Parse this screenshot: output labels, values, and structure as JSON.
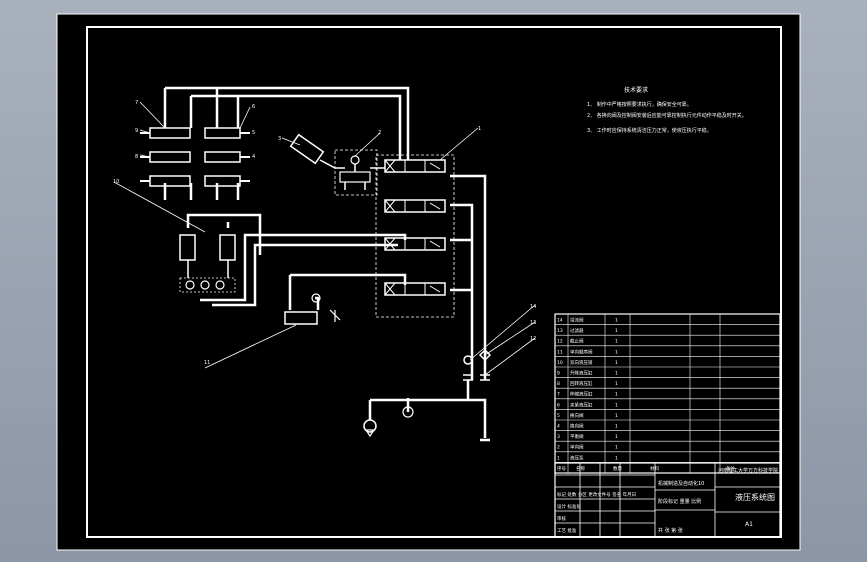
{
  "drawing": {
    "title": "液压系统图",
    "school": "河南理工大学万方科技学院",
    "sheet_size": "A1",
    "project_text": "机械制造及自动化10",
    "sub_text": "第 张 共 张",
    "tech_requirements": {
      "heading": "技术要求",
      "lines": [
        "1、 制作中严格按照要求执行，确保安全可靠。",
        "2、 各换向阀及控制阀安装后应能可靠控制执行元件动作平稳及时开关。",
        "3、 工作时应保持系统清洁压力正常，使液压执行平稳。"
      ]
    },
    "callouts": [
      "7",
      "9",
      "8",
      "6",
      "5",
      "4",
      "3",
      "2",
      "1",
      "10",
      "11",
      "14",
      "13",
      "12"
    ],
    "bom_rows": [
      {
        "no": "14",
        "name": "溢流阀",
        "qty": "1"
      },
      {
        "no": "13",
        "name": "过滤器",
        "qty": "1"
      },
      {
        "no": "12",
        "name": "截止阀",
        "qty": "1"
      },
      {
        "no": "11",
        "name": "单向顺序阀",
        "qty": "1"
      },
      {
        "no": "10",
        "name": "双向液压锁",
        "qty": "1"
      },
      {
        "no": "9",
        "name": "升降液压缸",
        "qty": "1"
      },
      {
        "no": "8",
        "name": "回转液压缸",
        "qty": "1"
      },
      {
        "no": "7",
        "name": "伸缩液压缸",
        "qty": "1"
      },
      {
        "no": "6",
        "name": "夹紧液压缸",
        "qty": "1"
      },
      {
        "no": "5",
        "name": "换向阀",
        "qty": "1"
      },
      {
        "no": "4",
        "name": "换向阀",
        "qty": "1"
      },
      {
        "no": "3",
        "name": "平衡阀",
        "qty": "1"
      },
      {
        "no": "2",
        "name": "单向阀",
        "qty": "1"
      },
      {
        "no": "1",
        "name": "液压泵",
        "qty": "1"
      }
    ],
    "bom_header": [
      "序号",
      "名称",
      "数量",
      "材料",
      "备注"
    ],
    "title_block": {
      "row1": "标记 处数 分区 更改文件号 签名 年月日",
      "row2": "设计 标准化",
      "row3": "审核",
      "row4": "工艺 批准",
      "stage": "阶段标记 重量 比例",
      "sheet": "共 张 第 张"
    }
  }
}
